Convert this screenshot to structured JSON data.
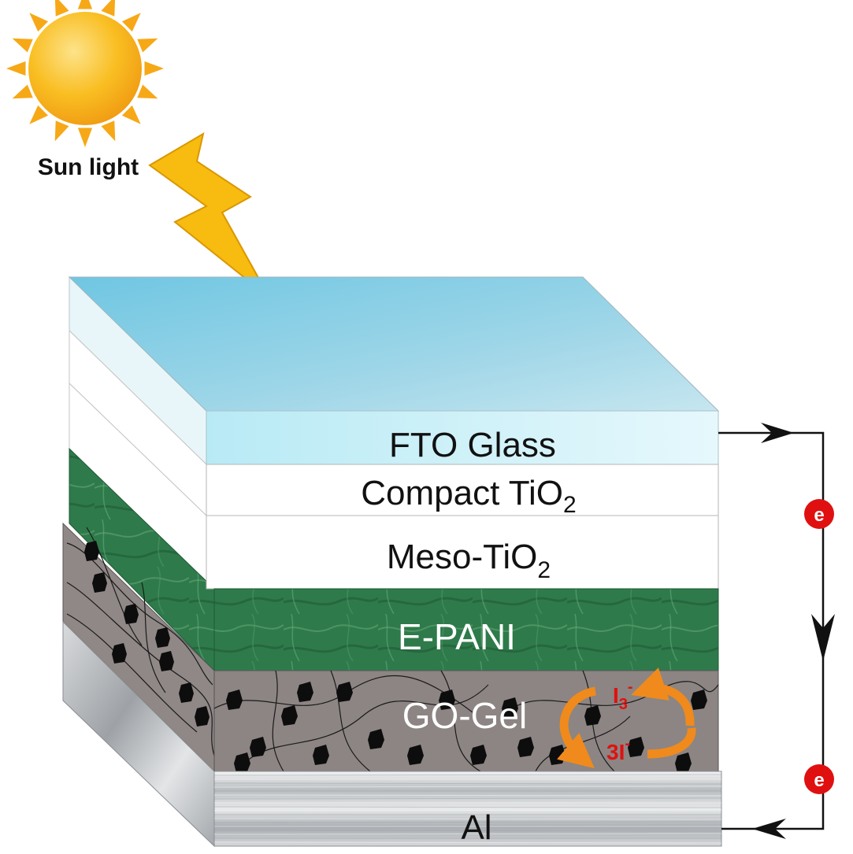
{
  "sun": {
    "label": "Sun light"
  },
  "layers": {
    "fto": "FTO Glass",
    "compact_base": "Compact TiO",
    "compact_sub": "2",
    "meso_base": "Meso-TiO",
    "meso_sub": "2",
    "epani": "E-PANI",
    "gel": "GO-Gel",
    "al": "Al"
  },
  "redox": {
    "i3_base": "I",
    "i3_sub": "3",
    "i3_sup": "-",
    "i_base": "3I",
    "i_sup": "-"
  },
  "circuit": {
    "electron1": "e",
    "electron2": "e"
  },
  "colors": {
    "glass": "#8fd0e6",
    "epani": "#2f7a4a",
    "gel": "#8c8583",
    "aluminum": "#c9cccf",
    "arrow_orange": "#f08a1c",
    "electron_red": "#e01010",
    "sun": "#f7b417"
  }
}
